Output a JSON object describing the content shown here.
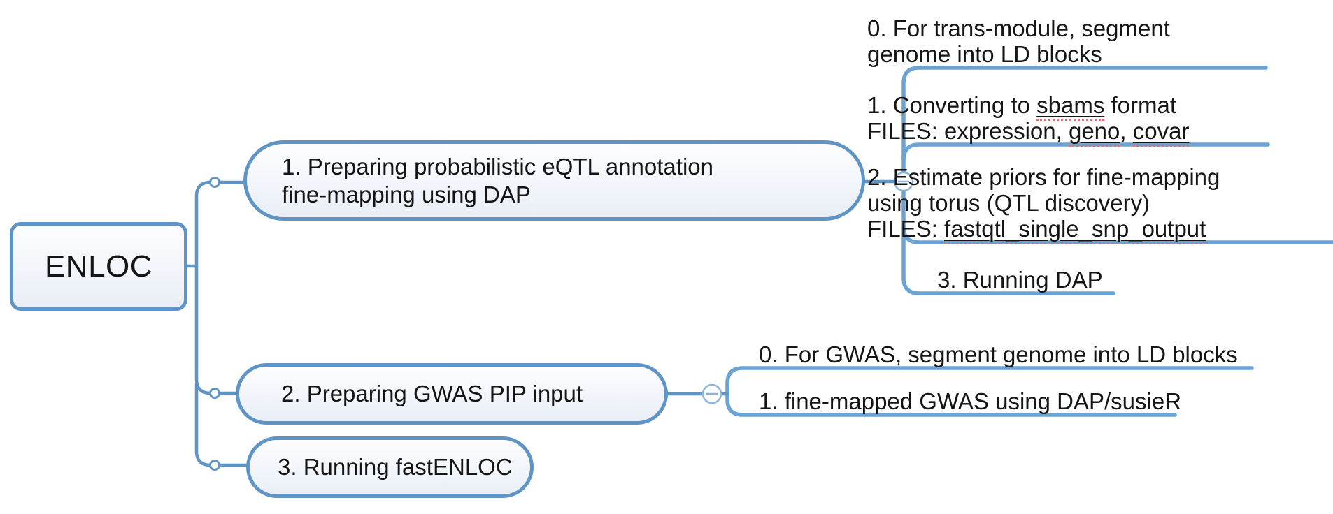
{
  "app": {
    "type": "mind-map",
    "background": "#ffffff"
  },
  "colors": {
    "main_line": "#5e94c6",
    "child_line": "#6ba3d5",
    "collapse_button": "#8ab6de",
    "node_border": "#5e94c6",
    "node_fill_top": "#fdfdfe",
    "node_fill_bottom": "#e9eef7",
    "text": "#151515",
    "spellcheck_red": "#ef6a60"
  },
  "icons": {
    "collapse": "minus-circle-icon",
    "connector_dot": "open-circle-icon"
  },
  "root": {
    "label": "ENLOC"
  },
  "branches": [
    {
      "lines": [
        "1. Preparing probabilistic eQTL annotation",
        "fine-mapping using DAP"
      ],
      "collapsed": false,
      "children": [
        {
          "lines": [
            [
              {
                "text": "0. For trans-module, segment"
              }
            ],
            [
              {
                "text": "genome into LD blocks"
              }
            ]
          ]
        },
        {
          "lines": [
            [
              {
                "text": "1. Converting to "
              },
              {
                "text": "sbams",
                "misspelled": true
              },
              {
                "text": " format"
              }
            ],
            [
              {
                "text": "FILES: expression, "
              },
              {
                "text": "geno",
                "misspelled": true
              },
              {
                "text": ", "
              },
              {
                "text": "covar",
                "misspelled": true
              }
            ]
          ]
        },
        {
          "lines": [
            [
              {
                "text": "2. Estimate priors for fine-mapping"
              }
            ],
            [
              {
                "text": "using torus (QTL discovery)"
              }
            ],
            [
              {
                "text": "FILES: "
              },
              {
                "text": "fastqtl_single_snp_output",
                "misspelled": true
              }
            ]
          ]
        },
        {
          "lines": [
            [
              {
                "text": "3. Running DAP"
              }
            ]
          ]
        }
      ]
    },
    {
      "lines": [
        "2. Preparing GWAS PIP input"
      ],
      "collapsed": false,
      "children": [
        {
          "lines": [
            [
              {
                "text": "0. For GWAS, segment genome into LD blocks"
              }
            ]
          ]
        },
        {
          "lines": [
            [
              {
                "text": "1. fine-mapped GWAS using DAP/susieR"
              }
            ]
          ]
        }
      ]
    },
    {
      "lines": [
        "3. Running fastENLOC"
      ],
      "collapsed": false,
      "children": []
    }
  ]
}
